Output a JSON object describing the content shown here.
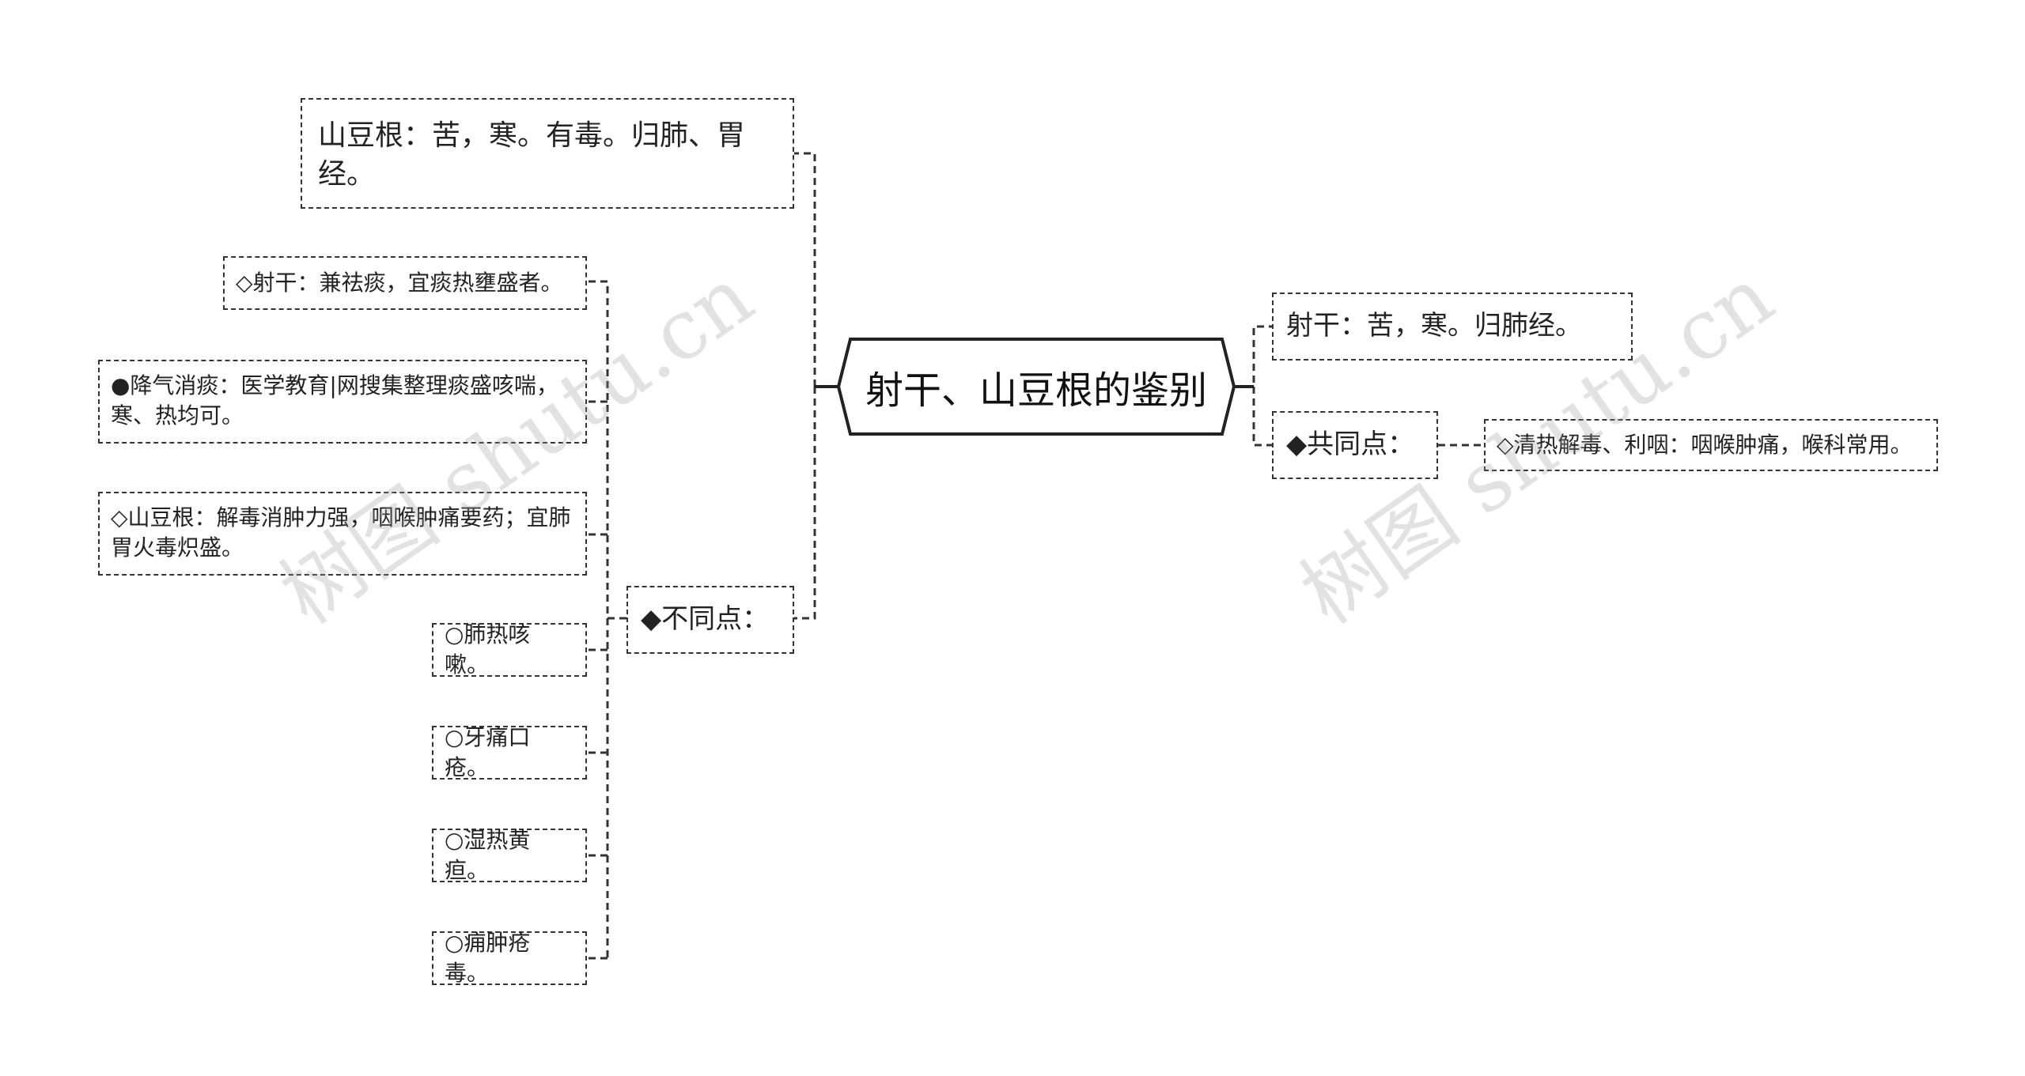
{
  "root": {
    "label": "射干、山豆根的鉴别"
  },
  "left": {
    "shandougen": "山豆根：苦，寒。有毒。归肺、胃经。",
    "butongdian": {
      "label": "◆不同点：",
      "items": [
        "◇射干：兼祛痰，宜痰热壅盛者。",
        "●降气消痰：医学教育|网搜集整理痰盛咳喘，寒、热均可。",
        "◇山豆根：解毒消肿力强，咽喉肿痛要药；宜肺胃火毒炽盛。",
        "○肺热咳嗽。",
        "○牙痛口疮。",
        "○湿热黄疸。",
        "○痈肿疮毒。"
      ]
    }
  },
  "right": {
    "shegan": "射干：苦，寒。归肺经。",
    "gongtongdian": {
      "label": "◆共同点：",
      "items": [
        "◇清热解毒、利咽：咽喉肿痛，喉科常用。"
      ]
    }
  },
  "watermark": {
    "text": "树图 shutu.cn"
  }
}
